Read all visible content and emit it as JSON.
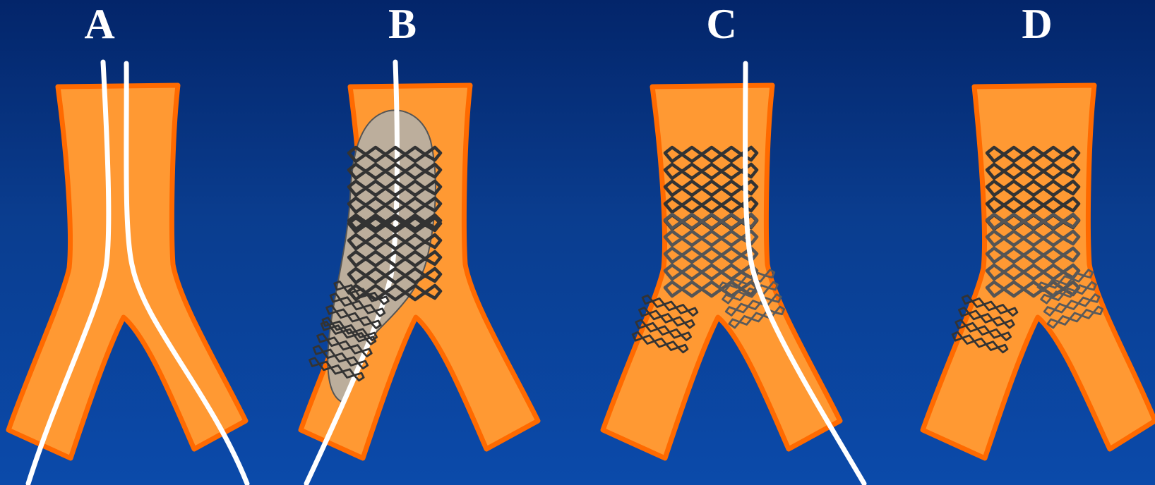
{
  "panels": [
    {
      "label": "A"
    },
    {
      "label": "B"
    },
    {
      "label": "C"
    },
    {
      "label": "D"
    }
  ],
  "colors": {
    "vessel_fill": "#ff9933",
    "vessel_outline": "#ff6a00",
    "guidewire": "#ffffff",
    "stent_dark": "#333333",
    "stent_gray": "#5a5a5a",
    "plaque": "#bcae9c",
    "background_top": "#03256a",
    "background_bottom": "#0b4aaa"
  }
}
